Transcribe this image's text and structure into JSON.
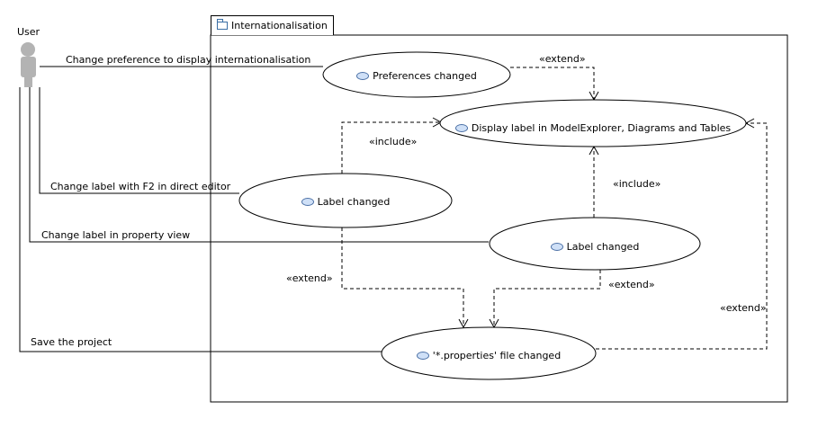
{
  "actor": {
    "name": "User"
  },
  "package": {
    "name": "Internationalisation"
  },
  "use_cases": {
    "preferences_changed": "Preferences changed",
    "display_label": "Display label in ModelExplorer, Diagrams and Tables",
    "label_changed_1": "Label changed",
    "label_changed_2": "Label changed",
    "properties_changed": "'*.properties' file changed"
  },
  "associations": {
    "change_preference": "Change preference to display internationalisation",
    "change_label_f2": "Change label with F2 in direct editor",
    "change_label_property": "Change label in property view",
    "save_project": "Save the project"
  },
  "relations": {
    "extend_pref": "«extend»",
    "include_label1": "«include»",
    "include_label2": "«include»",
    "extend_label1": "«extend»",
    "extend_label2": "«extend»",
    "extend_properties": "«extend»"
  },
  "colors": {
    "actor_fill": "#b3b3b3",
    "line": "#000000",
    "icon": "#4a6fa5"
  }
}
